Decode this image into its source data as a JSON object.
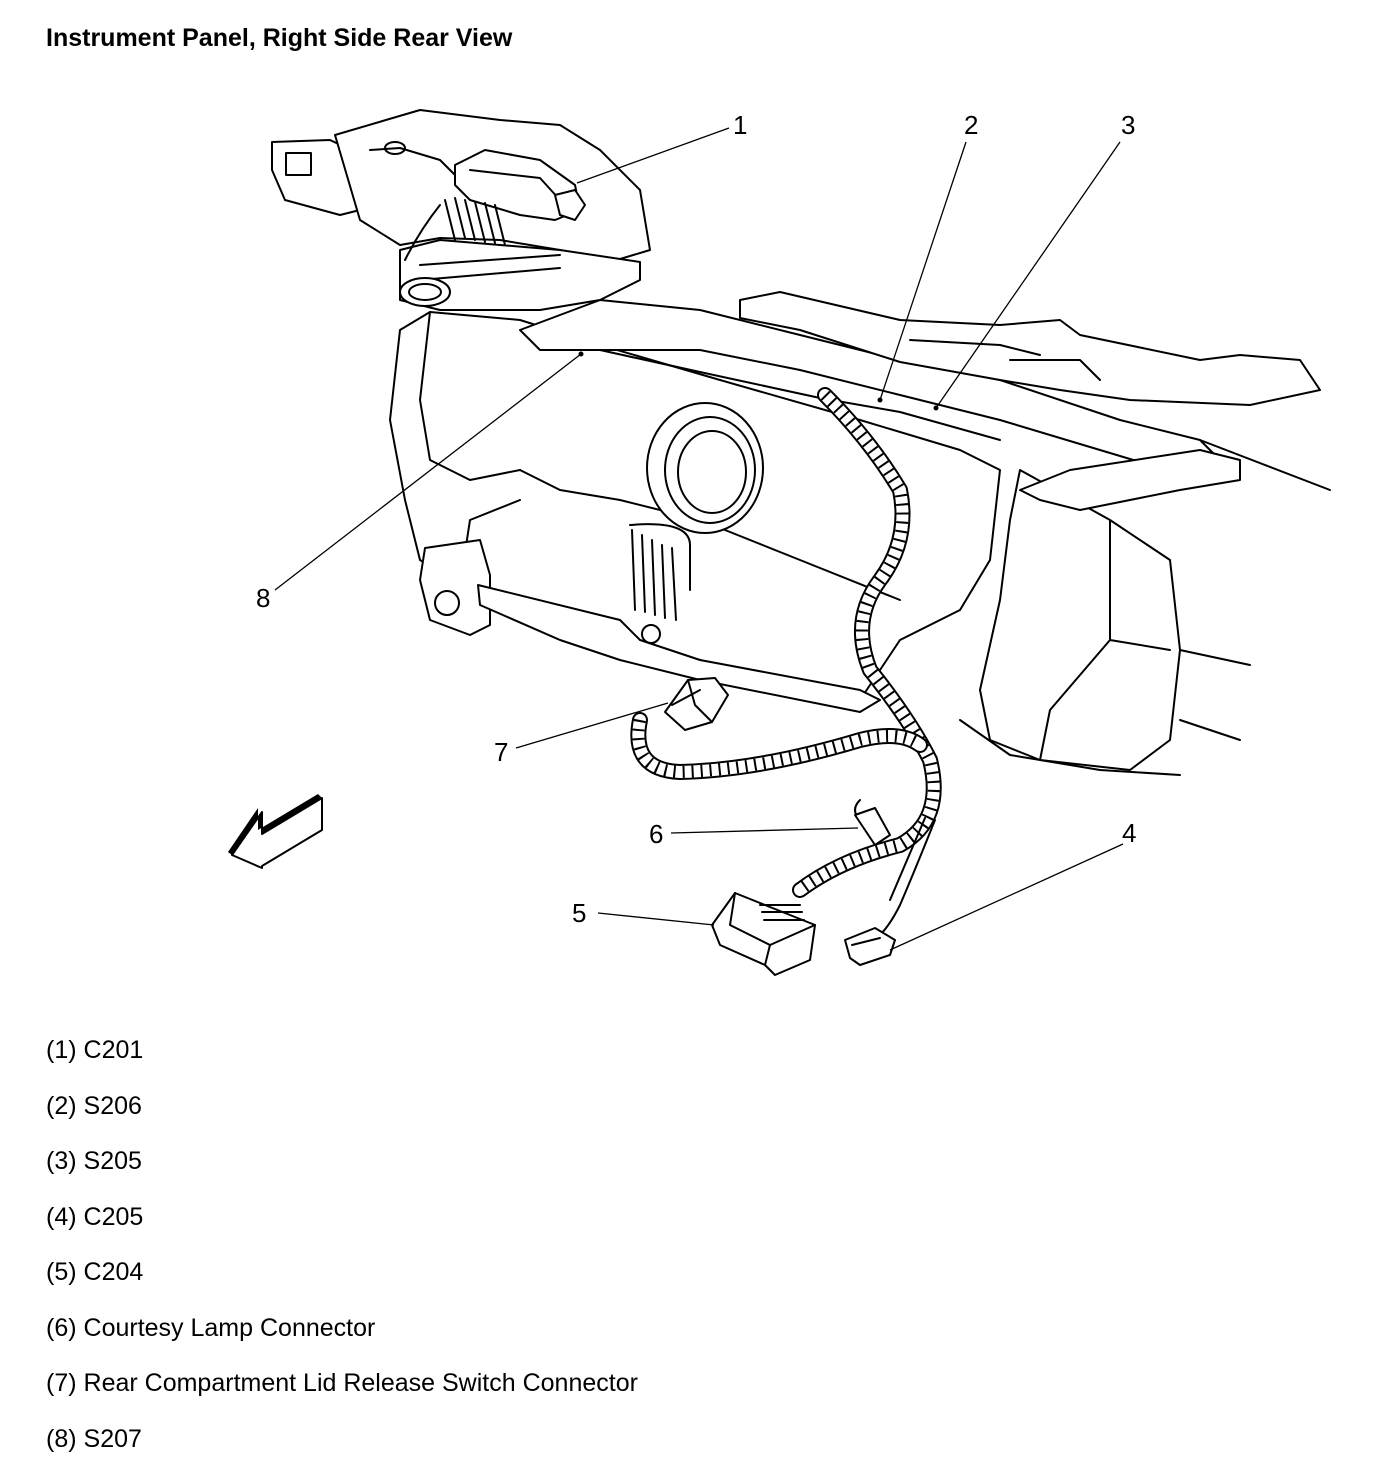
{
  "title": "Instrument Panel, Right Side Rear View",
  "callouts": [
    "1",
    "2",
    "3",
    "4",
    "5",
    "6",
    "7",
    "8"
  ],
  "legend": [
    {
      "num": "(1)",
      "text": "C201"
    },
    {
      "num": "(2)",
      "text": "S206"
    },
    {
      "num": "(3)",
      "text": "S205"
    },
    {
      "num": "(4)",
      "text": "C205"
    },
    {
      "num": "(5)",
      "text": "C204"
    },
    {
      "num": "(6)",
      "text": "Courtesy Lamp Connector"
    },
    {
      "num": "(7)",
      "text": "Rear Compartment Lid Release Switch Connector"
    },
    {
      "num": "(8)",
      "text": "S207"
    }
  ]
}
